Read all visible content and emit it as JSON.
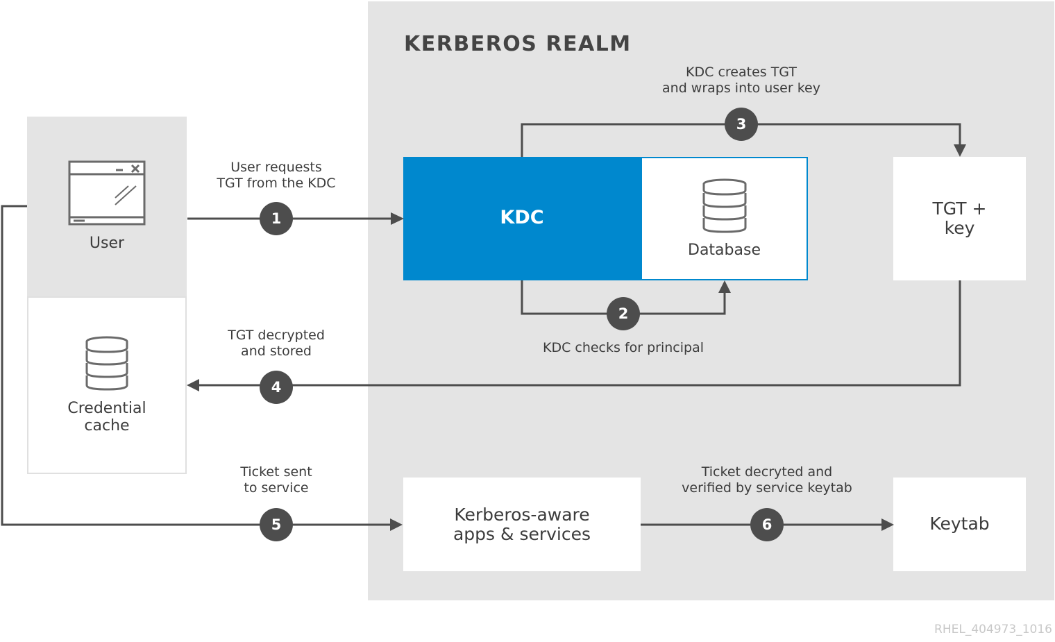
{
  "realm": {
    "title": "KERBEROS REALM"
  },
  "user": {
    "label": "User"
  },
  "cache": {
    "label": "Credential\ncache"
  },
  "kdc": {
    "label": "KDC"
  },
  "database": {
    "label": "Database"
  },
  "tgt": {
    "label": "TGT +\nkey"
  },
  "apps": {
    "label": "Kerberos-aware\napps & services"
  },
  "keytab": {
    "label": "Keytab"
  },
  "steps": [
    {
      "num": "1",
      "text": "User requests\nTGT from the KDC"
    },
    {
      "num": "2",
      "text": "KDC checks for principal"
    },
    {
      "num": "3",
      "text": "KDC creates TGT\nand wraps into user key"
    },
    {
      "num": "4",
      "text": "TGT decrypted\nand stored"
    },
    {
      "num": "5",
      "text": "Ticket sent\nto service"
    },
    {
      "num": "6",
      "text": "Ticket decryted and\nverified by service keytab"
    }
  ],
  "watermark": "RHEL_404973_1016",
  "colors": {
    "kdc_blue": "#0088ce",
    "realm_gray": "#e4e4e4",
    "step_circle": "#4d4d4d",
    "line": "#4d4d4d"
  }
}
